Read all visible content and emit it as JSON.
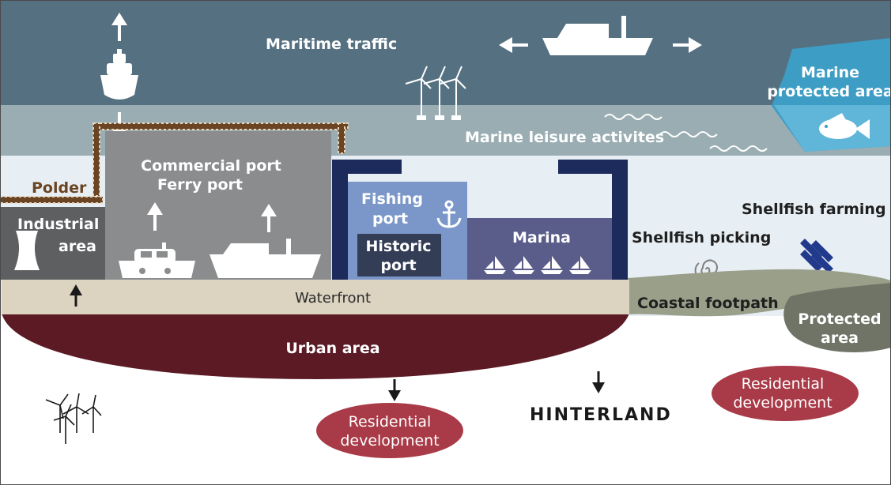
{
  "labels": {
    "maritime_traffic": "Maritime traffic",
    "marine_protected_area": [
      "Marine",
      "protected area"
    ],
    "marine_leisure": "Marine leisure activites",
    "commercial_port": [
      "Commercial port",
      "Ferry port"
    ],
    "polder": "Polder",
    "industrial_area": [
      "Industrial",
      "area"
    ],
    "fishing_port": [
      "Fishing",
      "port"
    ],
    "historic_port": [
      "Historic",
      "port"
    ],
    "marina": "Marina",
    "shellfish_farming": "Shellfish farming",
    "shellfish_picking": "Shellfish picking",
    "waterfront": "Waterfront",
    "coastal_footpath": "Coastal footpath",
    "protected_area": [
      "Protected",
      "area"
    ],
    "urban_area": "Urban area",
    "residential_left": [
      "Residential",
      "development"
    ],
    "residential_right": [
      "Residential",
      "development"
    ],
    "hinterland": "HINTERLAND"
  },
  "colors": {
    "open_sea": "#557080",
    "leisure_band": "#9aadb3",
    "inshore_water": "#e8eff4",
    "marine_protected": "#3d9dc4",
    "commercial_port": "#8b8c8e",
    "industrial": "#5e5f61",
    "harbour_wall": "#1c2a5c",
    "fishing_port": "#7b97c9",
    "historic_port": "#333d56",
    "marina": "#5a5d8a",
    "polder_brown": "#6b4523",
    "waterfront": "#dcd3c1",
    "coastal_footpath": "#9a9f8a",
    "protected_land": "#6f7466",
    "urban_area": "#5b1a24",
    "residential": "#a93a47",
    "shellfish_icon": "#223a8c"
  }
}
